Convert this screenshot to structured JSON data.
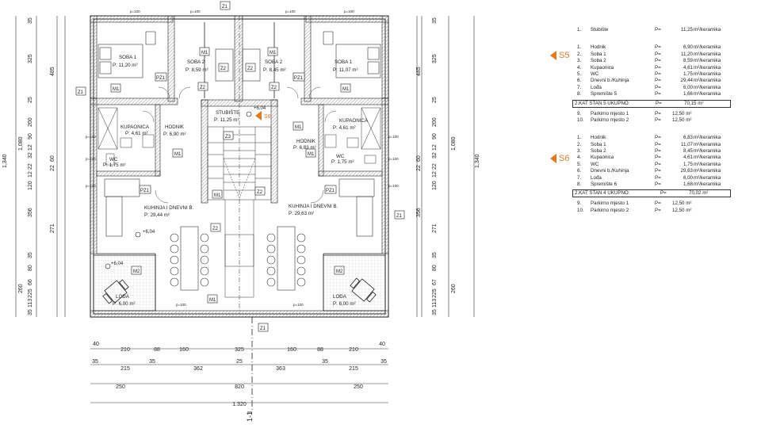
{
  "dims": {
    "top_left": [
      "35",
      "325",
      "25",
      "200",
      "90",
      "12",
      "32",
      "22",
      "12",
      "120",
      "356",
      "35",
      "80",
      "66",
      "225",
      "113",
      "35"
    ],
    "top_right": [
      "35",
      "325",
      "25",
      "200",
      "90",
      "12",
      "32",
      "22",
      "12",
      "120",
      "271",
      "35",
      "80",
      "67",
      "225",
      "113",
      "35"
    ],
    "left_outer": [
      "485",
      "1,080",
      "1,340",
      "260"
    ],
    "right_outer": [
      "485",
      "1,080",
      "1,340",
      "260"
    ],
    "left_mid": [
      "271",
      "22",
      "60"
    ],
    "right_mid": [
      "356",
      "22",
      "60"
    ],
    "bottom_row1": [
      "40",
      "210",
      "88",
      "160",
      "325",
      "160",
      "88",
      "210",
      "40"
    ],
    "bottom_row2": [
      "35",
      "215",
      "35",
      "362",
      "25",
      "363",
      "35",
      "215",
      "35"
    ],
    "bottom_row3": [
      "250",
      "820",
      "250"
    ],
    "bottom_row4": [
      "1.320"
    ]
  },
  "rooms": {
    "soba1_l": {
      "name": "SOBA 1",
      "area": "P: 11,20 m²"
    },
    "soba2_l": {
      "name": "SOBA 2",
      "area": "P: 8,59 m²"
    },
    "soba2_r": {
      "name": "SOBA 2",
      "area": "P: 8,45 m²"
    },
    "soba1_r": {
      "name": "SOBA 1",
      "area": "P: 11,07 m²"
    },
    "stubiste": {
      "name": "STUBIŠTE",
      "area": "P: 11,25 m²"
    },
    "kupaonica_l": {
      "name": "KUPAONICA",
      "area": "P: 4,61 m²"
    },
    "hodnik_l": {
      "name": "HODNIK",
      "area": "P: 6,90 m²"
    },
    "hodnik_r": {
      "name": "HODNIK",
      "area": "P: 6,83 m²"
    },
    "kupaonica_r": {
      "name": "KUPAONICA",
      "area": "P: 4,61 m²"
    },
    "wc_l": {
      "name": "WC",
      "area": "P: 1,75 m²"
    },
    "wc_r": {
      "name": "WC",
      "area": "P: 1,75 m²"
    },
    "kuhinja_l": {
      "name": "KUHINJA I DNEVNI B.",
      "area": "P: 29,44 m²"
    },
    "kuhinja_r": {
      "name": "KUHINJA I DNEVNI B.",
      "area": "P: 29,63 m²"
    },
    "lodja_l": {
      "name": "LOĐA",
      "area": "P: 6,00 m²"
    },
    "lodja_r": {
      "name": "LOĐA",
      "area": "P: 6,00 m²"
    }
  },
  "tags": {
    "z1": "Z1",
    "z2": "Z2",
    "z3": "Z3",
    "m1": "M1",
    "m2": "M2",
    "pz1": "PZ1",
    "s6": "S6",
    "s5": "S5",
    "section": "1-1",
    "lvl": "+6,04",
    "sill": "p=100"
  },
  "table": {
    "general": [
      {
        "no": "1.",
        "name": "Stubište",
        "p": "P=",
        "val": "11,25",
        "unit": "m²/keramika"
      }
    ],
    "s5_label": "S5",
    "s5_rows": [
      {
        "no": "1.",
        "name": "Hodnik",
        "p": "P=",
        "val": "6,90",
        "unit": "m²/keramika"
      },
      {
        "no": "2.",
        "name": "Soba 1",
        "p": "P=",
        "val": "11,20",
        "unit": "m²/keramika"
      },
      {
        "no": "3.",
        "name": "Soba 2",
        "p": "P=",
        "val": "8,59",
        "unit": "m²/keramika"
      },
      {
        "no": "4.",
        "name": "Kupaonica",
        "p": "P=",
        "val": "4,61",
        "unit": "m²/keramika"
      },
      {
        "no": "5.",
        "name": "WC",
        "p": "P=",
        "val": "1,75",
        "unit": "m²/keramika"
      },
      {
        "no": "6.",
        "name": "Dnevni b./Kuhinja",
        "p": "P=",
        "val": "29,44",
        "unit": "m²/keramika"
      },
      {
        "no": "7.",
        "name": "Lođa",
        "p": "P=",
        "val": "6,00",
        "unit": "m²/keramika"
      },
      {
        "no": "8.",
        "name": "Spremište 5",
        "p": "P=",
        "val": "1,66",
        "unit": "m²/keramika"
      }
    ],
    "s5_total": {
      "name": "2.KAT STAN 5 UKUPNO:",
      "p": "P=",
      "val": "70,15 m²"
    },
    "s5_park": [
      {
        "no": "9.",
        "name": "Parkirno mjesto 1",
        "p": "P=",
        "val": "12,50 m²"
      },
      {
        "no": "10.",
        "name": "Parkirno mjesto 2",
        "p": "P=",
        "val": "12,50 m²"
      }
    ],
    "s6_label": "S6",
    "s6_rows": [
      {
        "no": "1.",
        "name": "Hodnik",
        "p": "P=",
        "val": "6,83",
        "unit": "m²/keramika"
      },
      {
        "no": "2.",
        "name": "Soba 1",
        "p": "P=",
        "val": "11,07",
        "unit": "m²/keramika"
      },
      {
        "no": "3.",
        "name": "Soba 2",
        "p": "P=",
        "val": "8,45",
        "unit": "m²/keramika"
      },
      {
        "no": "4.",
        "name": "Kupaonica",
        "p": "P=",
        "val": "4,61",
        "unit": "m²/keramika"
      },
      {
        "no": "5.",
        "name": "WC",
        "p": "P=",
        "val": "1,75",
        "unit": "m²/keramika"
      },
      {
        "no": "6.",
        "name": "Dnevni b./Kuhinja",
        "p": "P=",
        "val": "29,63",
        "unit": "m²/keramika"
      },
      {
        "no": "7.",
        "name": "Lođa",
        "p": "P=",
        "val": "6,00",
        "unit": "m²/keramika"
      },
      {
        "no": "8.",
        "name": "Spremište 6",
        "p": "P=",
        "val": "1,68",
        "unit": "m²/keramika"
      }
    ],
    "s6_total": {
      "name": "2.KAT STAN 4 UKUPNO:",
      "p": "P=",
      "val": "70,02 m²"
    },
    "s6_park": [
      {
        "no": "9.",
        "name": "Parkirno mjesto 1",
        "p": "P=",
        "val": "12,50 m²"
      },
      {
        "no": "10.",
        "name": "Parkirno mjesto 2",
        "p": "P=",
        "val": "12,50 m²"
      }
    ]
  },
  "colors": {
    "accent": "#e07a1f",
    "line": "#222222",
    "hatch": "#999999"
  }
}
